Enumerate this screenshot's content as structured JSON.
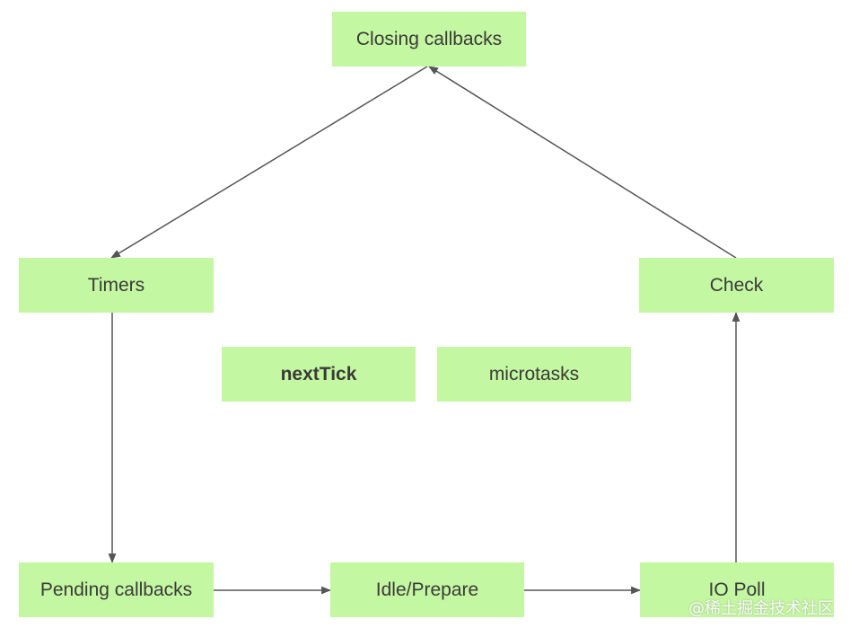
{
  "diagram": {
    "type": "flowchart",
    "colors": {
      "node_fill": "#c4f7a1",
      "edge": "#555555",
      "text": "#3a3a3a"
    },
    "nodes": {
      "closing": {
        "label": "Closing callbacks"
      },
      "timers": {
        "label": "Timers"
      },
      "check": {
        "label": "Check"
      },
      "nexttick": {
        "label": "nextTick"
      },
      "microtasks": {
        "label": "microtasks"
      },
      "pending": {
        "label": "Pending callbacks"
      },
      "idle": {
        "label": "Idle/Prepare"
      },
      "iopoll": {
        "label": "IO Poll"
      }
    },
    "edges": [
      {
        "from": "closing",
        "to": "timers"
      },
      {
        "from": "timers",
        "to": "pending"
      },
      {
        "from": "pending",
        "to": "idle"
      },
      {
        "from": "idle",
        "to": "iopoll"
      },
      {
        "from": "iopoll",
        "to": "check"
      },
      {
        "from": "check",
        "to": "closing"
      }
    ]
  },
  "watermark": {
    "text": "@稀土掘金技术社区"
  }
}
